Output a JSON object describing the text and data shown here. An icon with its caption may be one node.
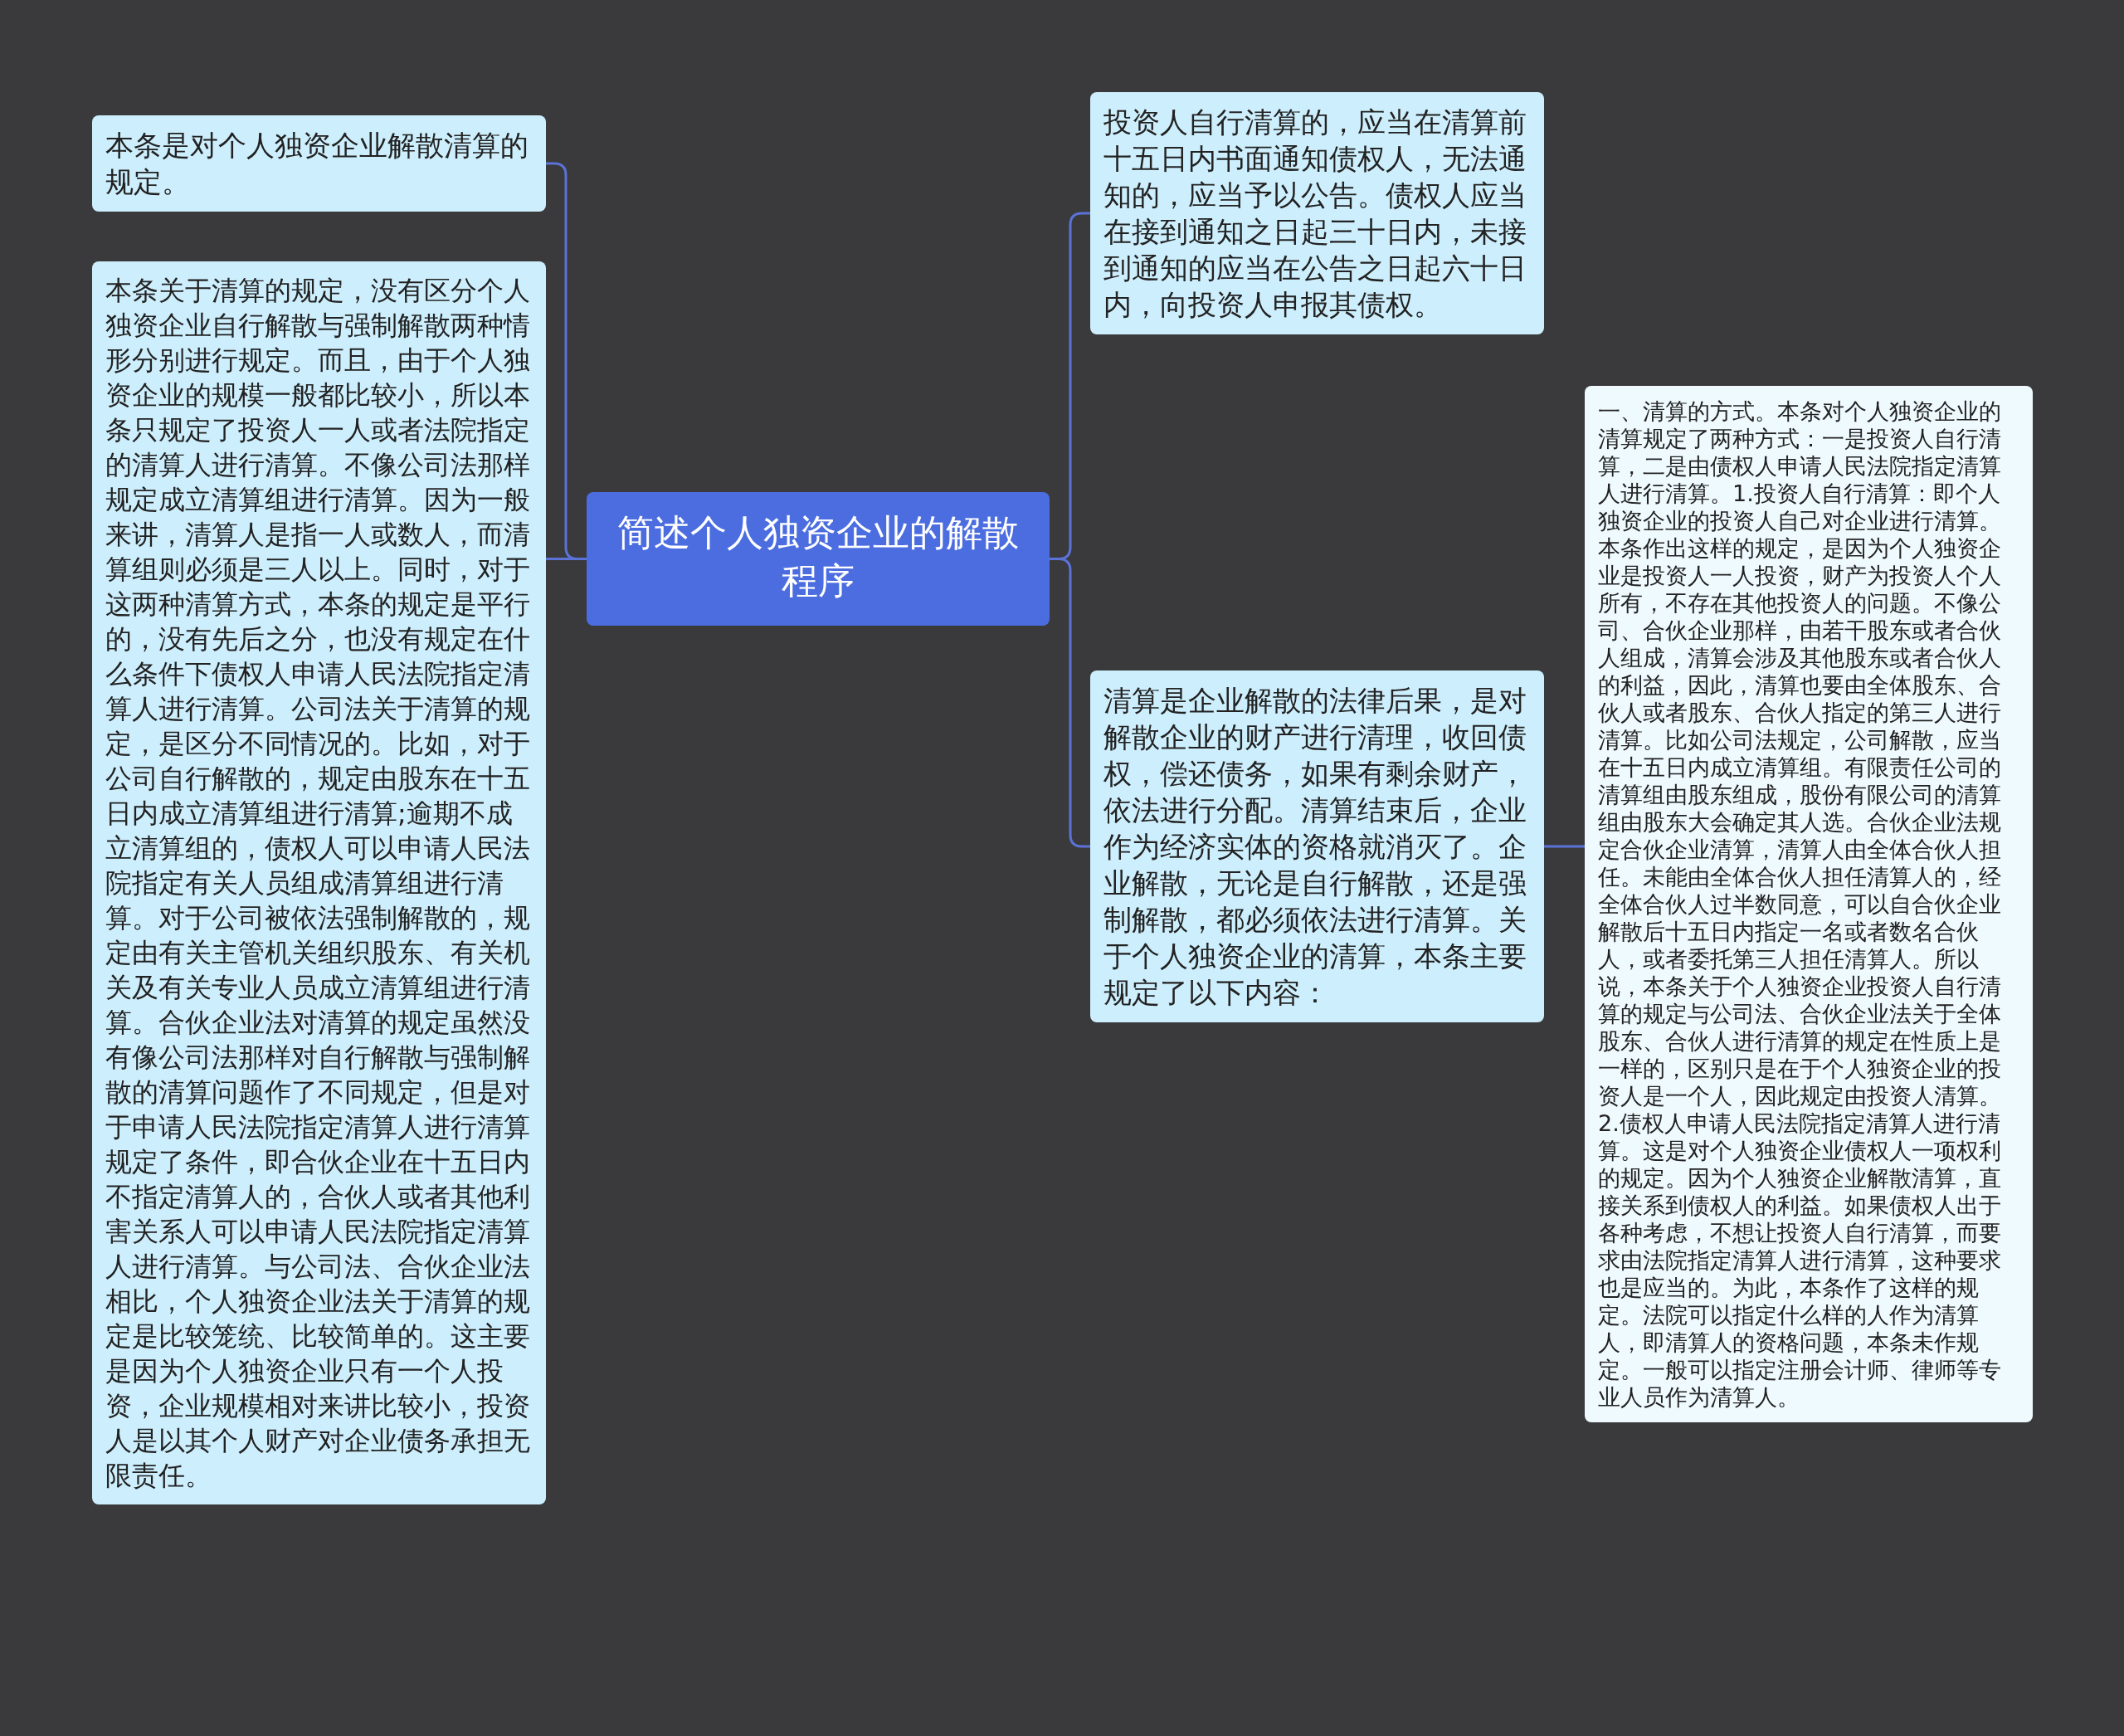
{
  "diagram": {
    "nodes": [
      {
        "text": [
          "简述个人独资企业的解散程序"
        ]
      },
      {
        "text": [
          "本条是对个人独资企业解散清算的规定。"
        ]
      },
      {
        "text": [
          "本条关于清算的规定，没有区分个人独资企业自行解散与强制解散两种情形分别进行规定。而且，由于个人独资企业的规模一般都比较小，所以本条只规定了投资人一人或者法院指定的清算人进行清算。不像公司法那样规定成立清算组进行清算。因为一般来讲，清算人是指一人或数人，而清算组则必须是三人以上。同时，对于这两种清算方式，本条的规定是平行的，没有先后之分，也没有规定在什么条件下债权人申请人民法院指定清算人进行清算。公司法关于清算的规定，是区分不同情况的。比如，对于公司自行解散的，规定由股东在十五日内成立清算组进行清算;逾期不成立清算组的，债权人可以申请人民法院指定有关人员组成清算组进行清算。对于公司被依法强制解散的，规定由有关主管机关组织股东、有关机关及有关专业人员成立清算组进行清算。合伙企业法对清算的规定虽然没有像公司法那样对自行解散与强制解散的清算问题作了不同规定，但是对于申请人民法院指定清算人进行清算规定了条件，即合伙企业在十五日内不指定清算人的，合伙人或者其他利害关系人可以申请人民法院指定清算人进行清算。与公司法、合伙企业法相比，个人独资企业法关于清算的规定是比较笼统、比较简单的。这主要是因为个人独资企业只有一个人投资，企业规模相对来讲比较小，投资人是以其个人财产对企业债务承担无限责任。"
        ]
      },
      {
        "text": [
          "投资人自行清算的，应当在清算前十五日内书面通知债权人，无法通知的，应当予以公告。债权人应当在接到通知之日起三十日内，未接到通知的应当在公告之日起六十日内，向投资人申报其债权。"
        ]
      },
      {
        "text": [
          "清算是企业解散的法律后果，是对解散企业的财产进行清理，收回债权，偿还债务，如果有剩余财产，依法进行分配。清算结束后，企业作为经济实体的资格就消灭了。企业解散，无论是自行解散，还是强制解散，都必须依法进行清算。关于个人独资企业的清算，本条主要规定了以下内容："
        ]
      },
      {
        "text": [
          "一、清算的方式。本条对个人独资企业的清算规定了两种方式：一是投资人自行清算，二是由债权人申请人民法院指定清算人进行清算。1.投资人自行清算：即个人独资企业的投资人自己对企业进行清算。本条作出这样的规定，是因为个人独资企业是投资人一人投资，财产为投资人个人所有，不存在其他投资人的问题。不像公司、合伙企业那样，由若干股东或者合伙人组成，清算会涉及其他股东或者合伙人的利益，因此，清算也要由全体股东、合伙人或者股东、合伙人指定的第三人进行清算。比如公司法规定，公司解散，应当在十五日内成立清算组。有限责任公司的清算组由股东组成，股份有限公司的清算组由股东大会确定其人选。合伙企业法规定合伙企业清算，清算人由全体合伙人担任。未能由全体合伙人担任清算人的，经全体合伙人过半数同意，可以自合伙企业解散后十五日内指定一名或者数名合伙人，或者委托第三人担任清算人。所以说，本条关于个人独资企业投资人自行清算的规定与公司法、合伙企业法关于全体股东、合伙人进行清算的规定在性质上是一样的，区别只是在于个人独资企业的投资人是一个人，因此规定由投资人清算。2.债权人申请人民法院指定清算人进行清算。这是对个人独资企业债权人一项权利的规定。因为个人独资企业解散清算，直接关系到债权人的利益。如果债权人出于各种考虑，不想让投资人自行清算，而要求由法院指定清算人进行清算，这种要求也是应当的。为此，本条作了这样的规定。法院可以指定什么样的人作为清算人，即清算人的资格问题，本条未作规定。一般可以指定注册会计师、律师等专业人员作为清算人。"
        ]
      }
    ],
    "edges": [
      {
        "from": 0,
        "to": 1,
        "arrow": "none"
      },
      {
        "from": 0,
        "to": 2,
        "arrow": "none"
      },
      {
        "from": 0,
        "to": 3,
        "arrow": "none"
      },
      {
        "from": 0,
        "to": 4,
        "arrow": "none"
      },
      {
        "from": 4,
        "to": 5,
        "arrow": "none"
      }
    ]
  }
}
